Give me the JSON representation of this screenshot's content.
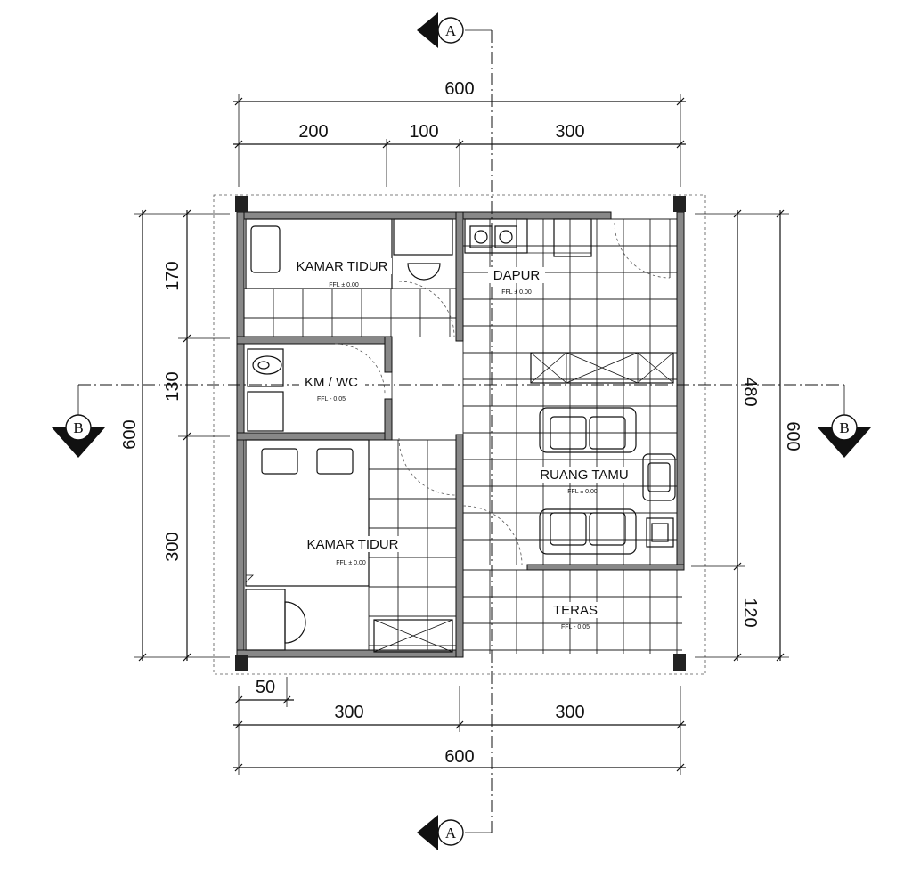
{
  "dimensions": {
    "top_total": "600",
    "top_left": "200",
    "top_mid": "100",
    "top_right": "300",
    "left_total": "600",
    "left_upper": "170",
    "left_middle": "130",
    "left_lower": "300",
    "right_total": "600",
    "right_upper": "480",
    "right_lower": "120",
    "bottom_small": "50",
    "bottom_left": "300",
    "bottom_right": "300",
    "bottom_total": "600"
  },
  "rooms": {
    "bedroom_top": {
      "name": "KAMAR TIDUR",
      "ffl": "FFL ± 0.00"
    },
    "bathroom": {
      "name": "KM / WC",
      "ffl": "FFL - 0.05"
    },
    "bedroom_bottom": {
      "name": "KAMAR TIDUR",
      "ffl": "FFL ± 0.00"
    },
    "kitchen": {
      "name": "DAPUR",
      "ffl": "FFL ± 0.00"
    },
    "living": {
      "name": "RUANG TAMU",
      "ffl": "FFL ± 0.00"
    },
    "terrace": {
      "name": "TERAS",
      "ffl": "FFL - 0.05"
    }
  },
  "section_markers": {
    "a_top": "A",
    "a_bottom": "A",
    "b_left": "B",
    "b_right": "B"
  }
}
